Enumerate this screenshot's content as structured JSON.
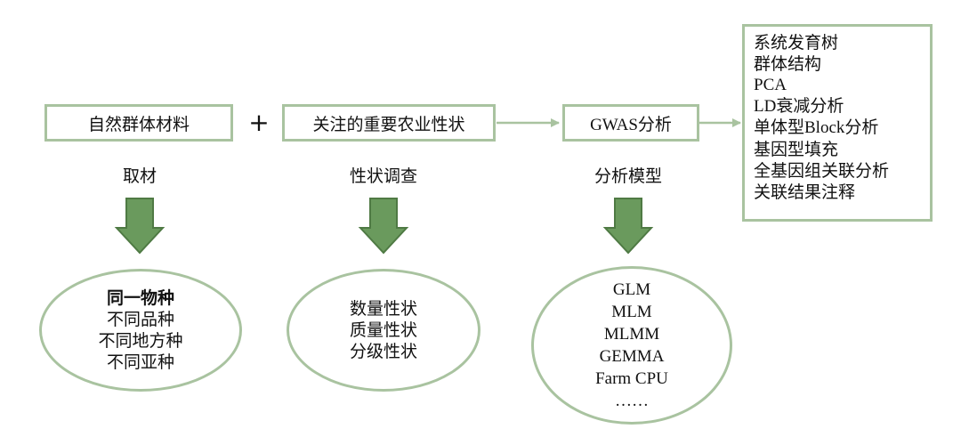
{
  "top_boxes": {
    "material": "自然群体材料",
    "plus": "+",
    "traits": "关注的重要农业性状",
    "gwas": "GWAS分析"
  },
  "captions": {
    "material": "取材",
    "traits": "性状调查",
    "gwas": "分析模型"
  },
  "ellipses": {
    "material": {
      "heading": "同一物种",
      "items": [
        "不同品种",
        "不同地方种",
        "不同亚种"
      ]
    },
    "traits": {
      "items": [
        "数量性状",
        "质量性状",
        "分级性状"
      ]
    },
    "models": {
      "items": [
        "GLM",
        "MLM",
        "MLMM",
        "GEMMA",
        "Farm CPU",
        "……"
      ]
    }
  },
  "methods_list": [
    "系统发育树",
    "群体结构",
    "PCA",
    "LD衰减分析",
    "单体型Block分析",
    "基因型填充",
    "全基因组关联分析",
    "关联结果注释"
  ],
  "colors": {
    "border": "#a9c3a0",
    "arrow_fill": "#6a9a5d",
    "arrow_stroke": "#4f7a44",
    "connector": "#a9c3a0"
  }
}
